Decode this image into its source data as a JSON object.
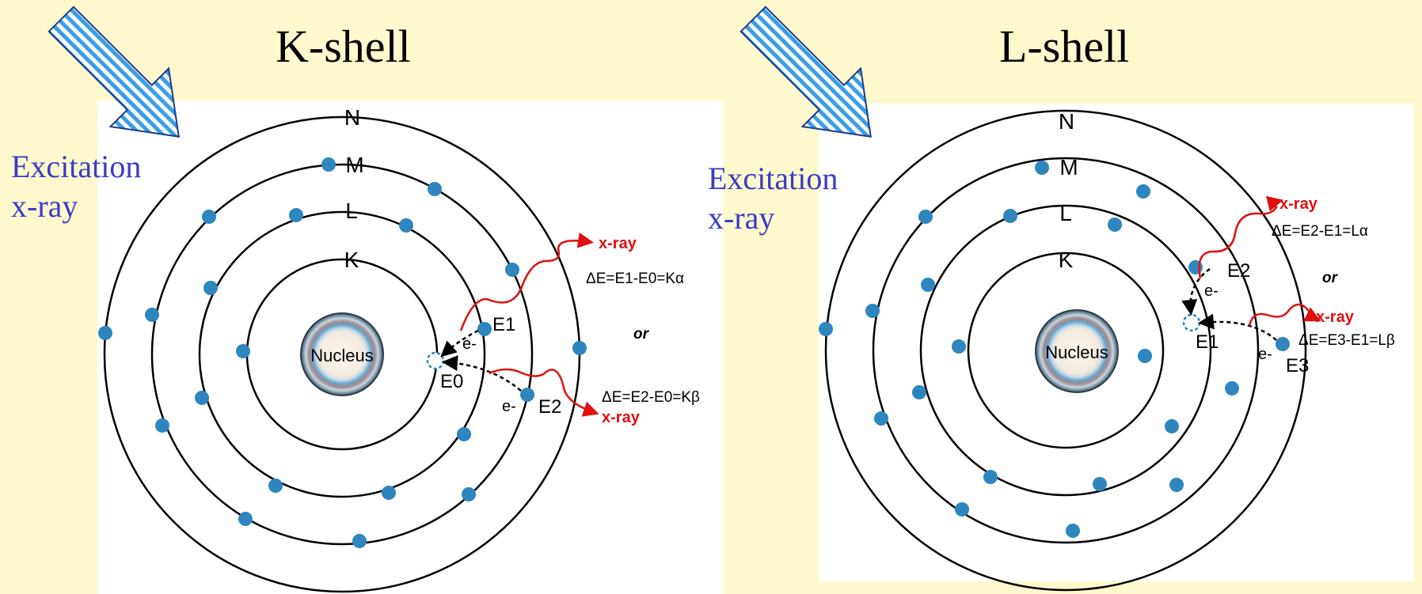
{
  "left": {
    "title": "K-shell",
    "excitation": [
      "Excitation",
      "x-ray"
    ],
    "shells": [
      "N",
      "M",
      "L",
      "K"
    ],
    "nucleus": "Nucleus",
    "energy_labels": {
      "e0": "E0",
      "e1": "E1",
      "e2": "E2"
    },
    "electron_label": "e-",
    "xray_label": "x-ray",
    "eq_alpha": "ΔE=E1-E0=Kα",
    "eq_beta": "ΔE=E2-E0=Kβ",
    "or": "or"
  },
  "right": {
    "title": "L-shell",
    "excitation": [
      "Excitation",
      "x-ray"
    ],
    "shells": [
      "N",
      "M",
      "L",
      "K"
    ],
    "nucleus": "Nucleus",
    "energy_labels": {
      "e1": "E1",
      "e2": "E2",
      "e3": "E3"
    },
    "electron_label": "e-",
    "xray_label": "x-ray",
    "eq_alpha": "ΔE=E2-E1=Lα",
    "eq_beta": "ΔE=E3-E1=Lβ",
    "or": "or"
  },
  "colors": {
    "background": "#fdf9cc",
    "electron": "#2f86bf",
    "xray": "#e01010",
    "excitation_text": "#3b3bc6",
    "arrow_stripe": "#3a9ee6"
  }
}
